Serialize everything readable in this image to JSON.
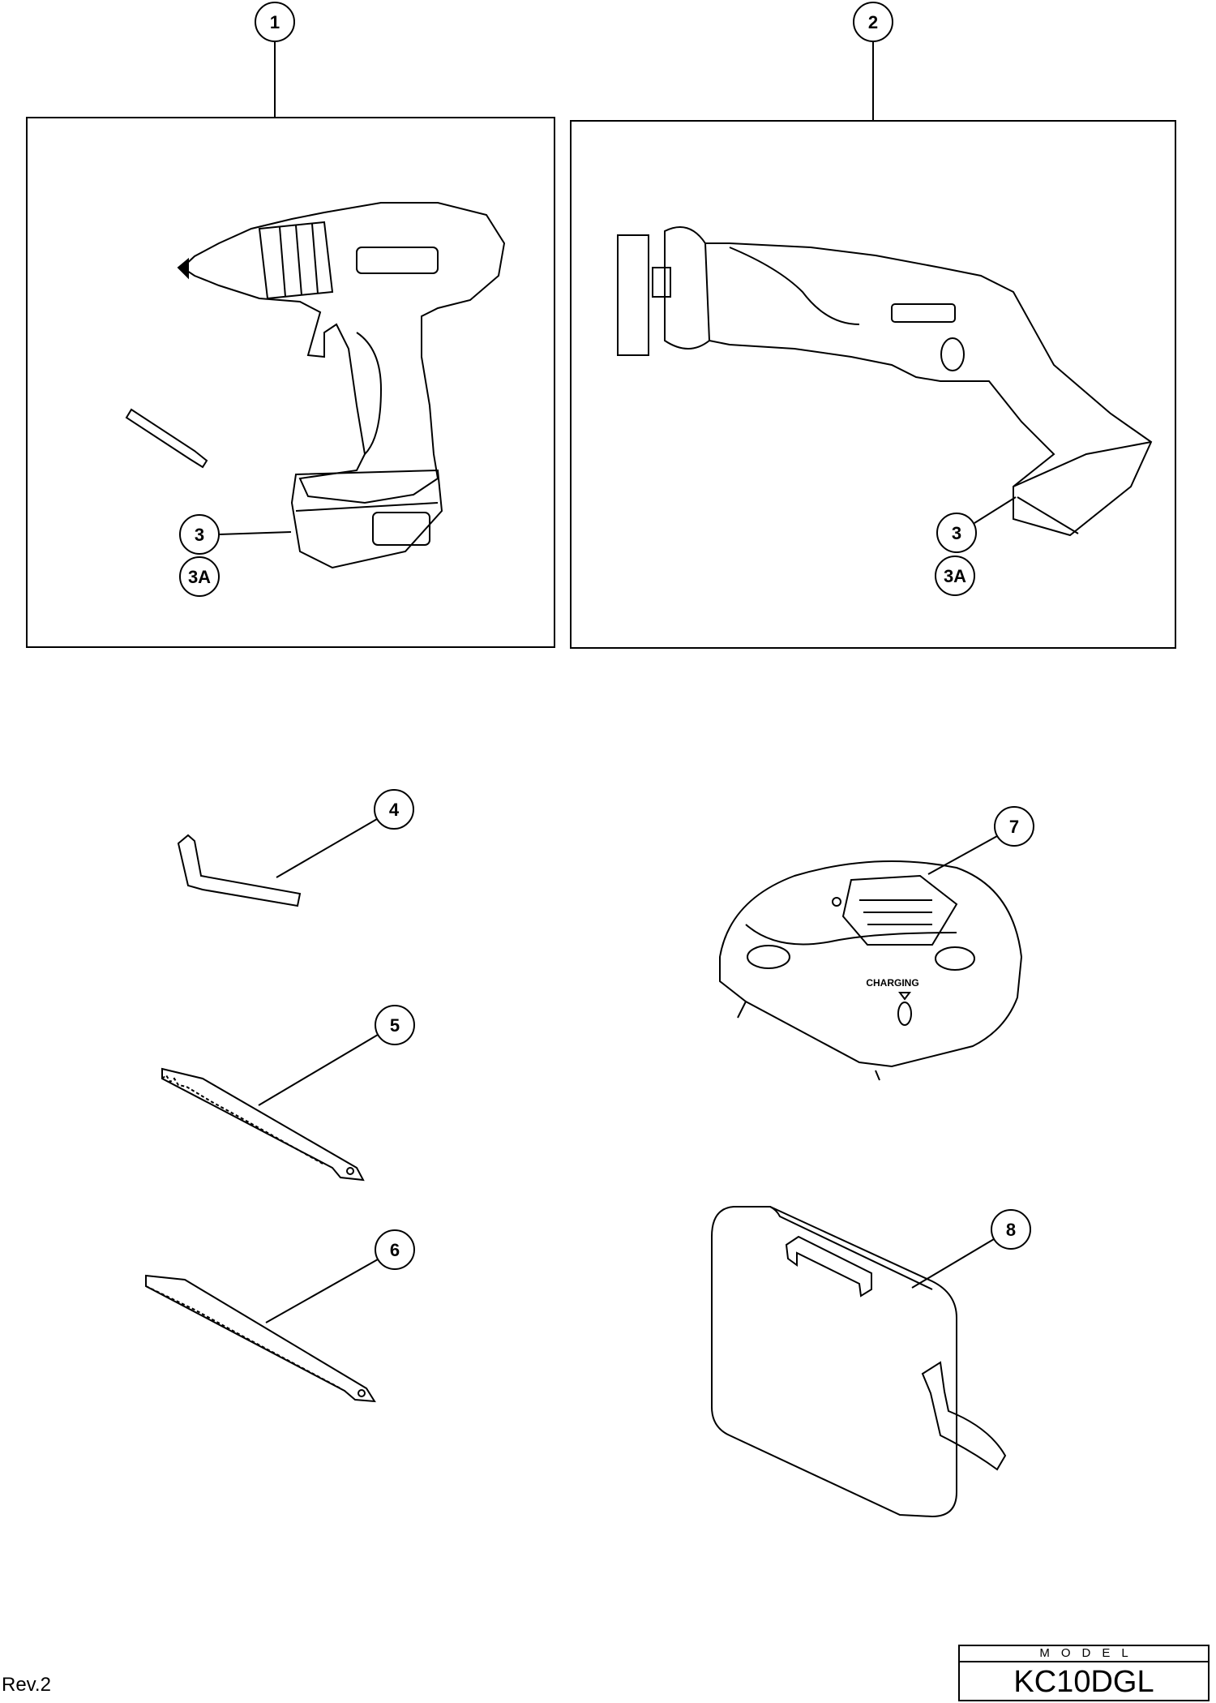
{
  "callouts": {
    "c1": "1",
    "c2": "2",
    "c3a": "3",
    "c3Aa": "3A",
    "c3b": "3",
    "c3Ab": "3A",
    "c4": "4",
    "c5": "5",
    "c6": "6",
    "c7": "7",
    "c8": "8"
  },
  "charger_text": "CHARGING",
  "footer": {
    "revision": "Rev.2",
    "model_label": "MODEL",
    "model_value": "KC10DGL"
  }
}
